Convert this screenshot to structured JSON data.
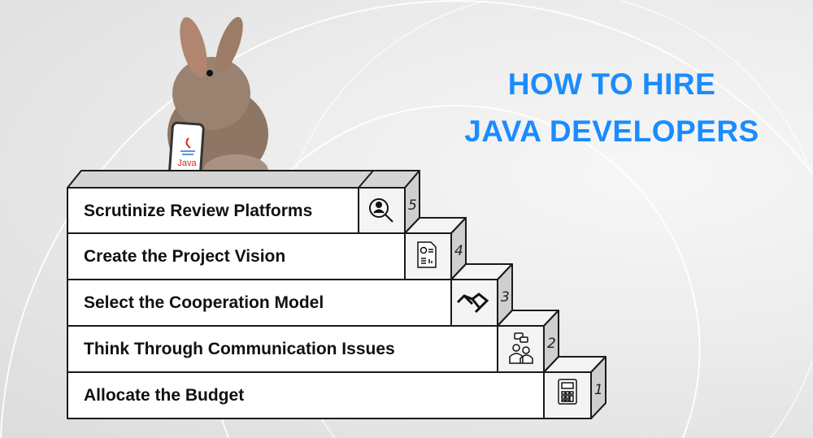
{
  "title": {
    "line1": "HOW TO HIRE",
    "line2": "JAVA DEVELOPERS"
  },
  "phone_logo_text": "Java",
  "steps": [
    {
      "number": "5",
      "label": "Scrutinize Review Platforms",
      "icon": "search-person-icon"
    },
    {
      "number": "4",
      "label": "Create the Project Vision",
      "icon": "report-document-icon"
    },
    {
      "number": "3",
      "label": "Select the Cooperation Model",
      "icon": "handshake-icon"
    },
    {
      "number": "2",
      "label": "Think Through Communication Issues",
      "icon": "people-chat-icon"
    },
    {
      "number": "1",
      "label": "Allocate the Budget",
      "icon": "calculator-icon"
    }
  ],
  "colors": {
    "title": "#1a8cff",
    "java_red": "#e2231a",
    "java_blue": "#2f74c0"
  }
}
